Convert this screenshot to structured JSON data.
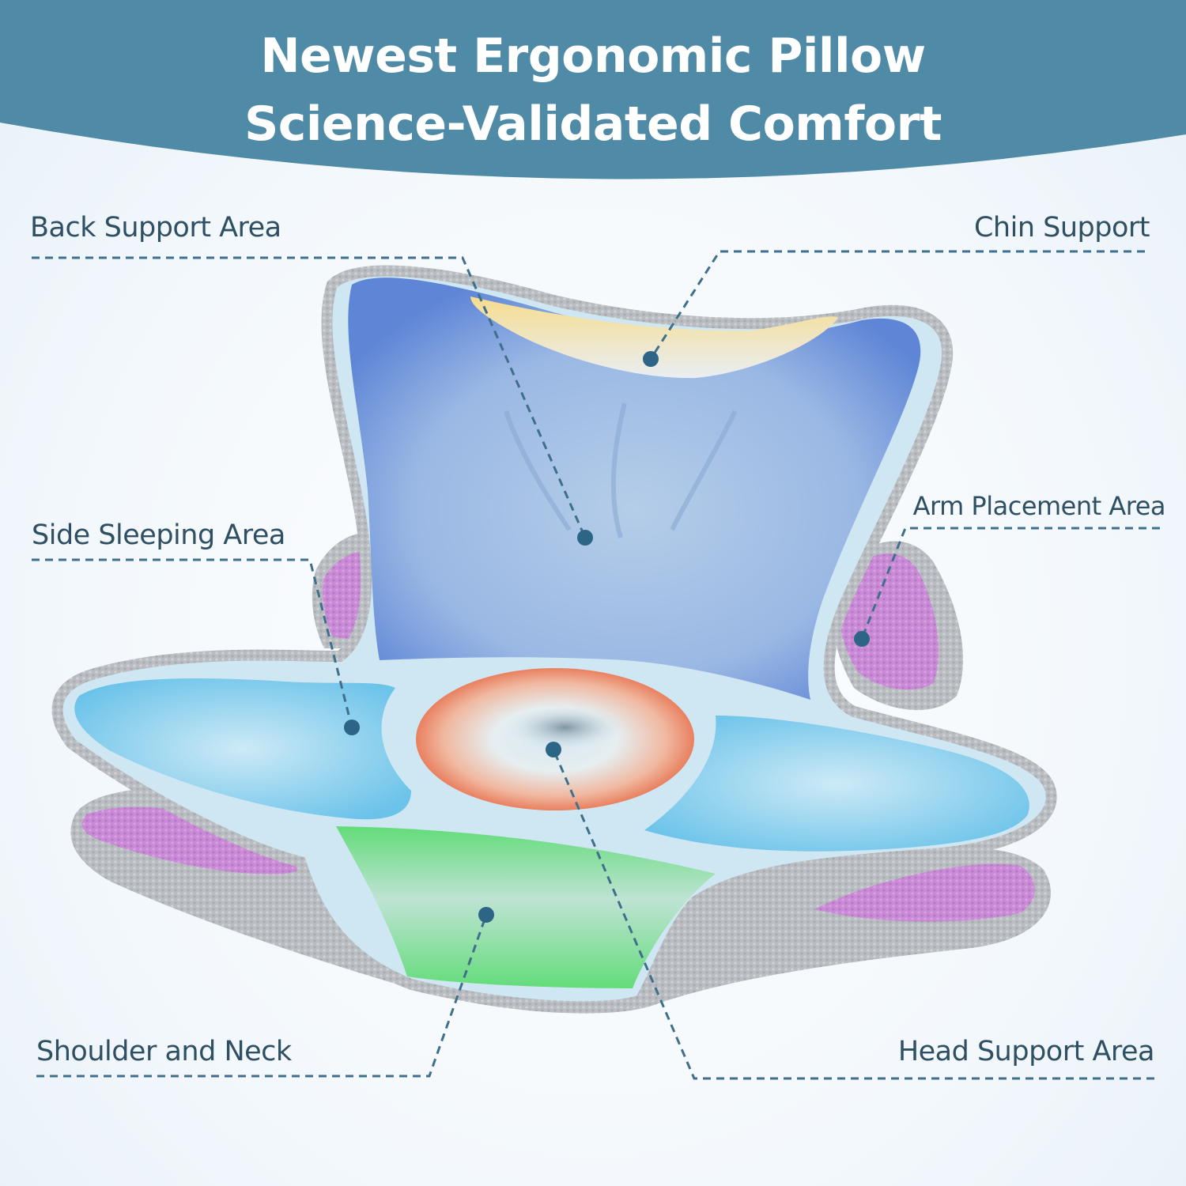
{
  "header": {
    "line1": "Newest Ergonomic Pillow",
    "line2": "Science-Validated Comfort",
    "banner_color": "#4f8aa6"
  },
  "callouts": {
    "back_support": "Back Support Area",
    "chin_support": "Chin Support",
    "arm_placement": "Arm Placement Area",
    "side_sleeping": "Side Sleeping Area",
    "shoulder_neck": "Shoulder and Neck",
    "head_support": "Head Support Area"
  },
  "colors": {
    "label_text": "#2f4f62",
    "leader_line": "#3f6f8a",
    "back_zone": "#6f93d6",
    "chin_zone": "#f4dc9a",
    "side_zone": "#7fc9ec",
    "head_zone": "#ec8a6a",
    "shoulder_zone": "#6fdc86",
    "arm_zone": "#c98ad6",
    "fabric": "#b8bcc0"
  }
}
